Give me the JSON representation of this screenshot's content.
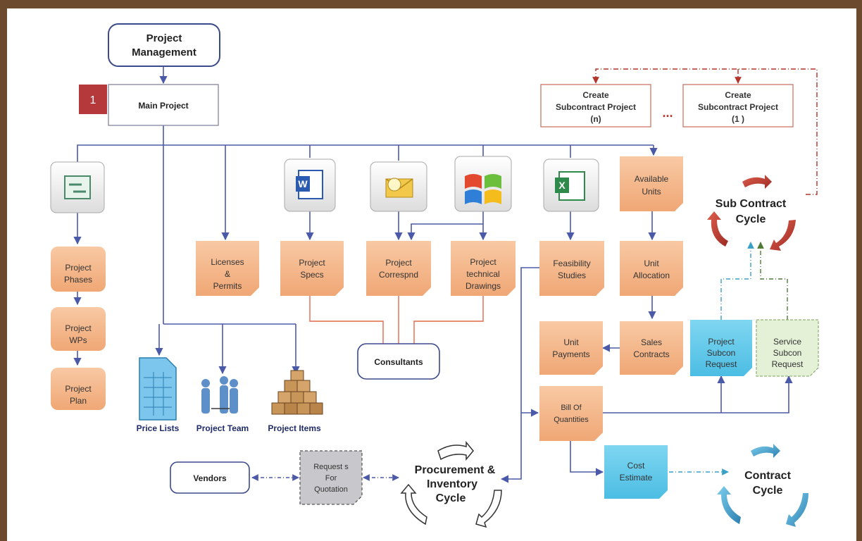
{
  "nodes": {
    "project_management": [
      "Project",
      "Management"
    ],
    "main_project": "Main Project",
    "main_project_badge": "1",
    "create_subcontract_n": [
      "Create",
      "Subcontract Project",
      "(n)"
    ],
    "create_subcontract_1": [
      "Create",
      "Subcontract Project",
      "(1 )"
    ],
    "ellipsis": "...",
    "available_units": [
      "Available",
      "Units"
    ],
    "project_phases": [
      "Project",
      "Phases"
    ],
    "project_wps": [
      "Project",
      "WPs"
    ],
    "project_plan": [
      "Project",
      "Plan"
    ],
    "licenses_permits": [
      "Licenses",
      "&",
      "Permits"
    ],
    "project_specs": [
      "Project",
      "Specs"
    ],
    "project_correspnd": [
      "Project",
      "Correspnd"
    ],
    "project_drawings": [
      "Project",
      "technical",
      "Drawings"
    ],
    "feasibility_studies": [
      "Feasibility",
      "Studies"
    ],
    "unit_allocation": [
      "Unit",
      "Allocation"
    ],
    "consultants": "Consultants",
    "unit_payments": [
      "Unit",
      "Payments"
    ],
    "sales_contracts": [
      "Sales",
      "Contracts"
    ],
    "project_subcon_request": [
      "Project",
      "Subcon",
      "Request"
    ],
    "service_subcon_request": [
      "Service",
      "Subcon",
      "Request"
    ],
    "bill_of_quantities": [
      "Bill Of",
      "Quantities"
    ],
    "cost_estimate": [
      "Cost",
      "Estimate"
    ],
    "vendors": "Vendors",
    "request_for_quotation": [
      "Request s",
      "For",
      "Quotation"
    ],
    "price_lists": "Price Lists",
    "project_team": "Project Team",
    "project_items": "Project Items"
  },
  "cycles": {
    "sub_contract": [
      "Sub Contract",
      "Cycle"
    ],
    "procurement": [
      "Procurement &",
      "Inventory",
      "Cycle"
    ],
    "contract": [
      "Contract",
      "Cycle"
    ]
  },
  "icons": [
    "project-icon",
    "word-icon",
    "outlook-icon",
    "windows-icon",
    "excel-icon",
    "spreadsheet-icon",
    "team-icon",
    "boxes-icon"
  ],
  "colors": {
    "orange_node": "#f4b183",
    "blue_node": "#5bc8ea",
    "green_node": "#e4f1d7",
    "gray_node": "#c8c8c8",
    "connector_blue": "#4b5aa8",
    "connector_red": "#e26a4a",
    "subcontract_red": "#b3342a",
    "contract_blue": "#3aa0c8",
    "badge_red": "#b5383a"
  }
}
